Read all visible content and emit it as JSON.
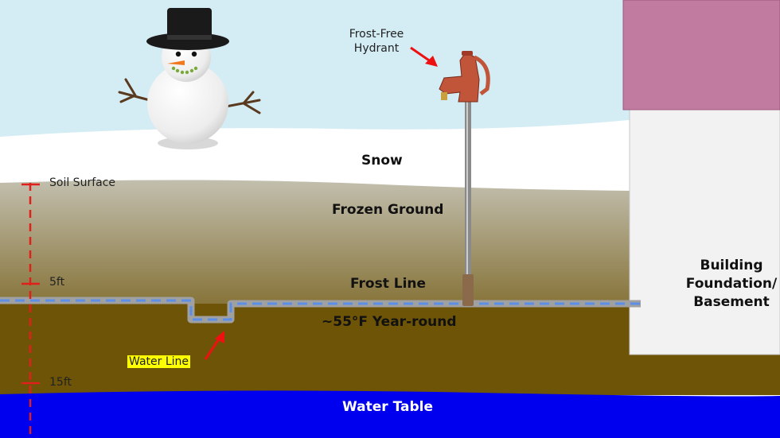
{
  "labels": {
    "snow": "Snow",
    "frozen_ground": "Frozen Ground",
    "frost_line": "Frost Line",
    "temperature": "~55°F Year-round",
    "water_table": "Water Table",
    "building_line1": "Building",
    "building_line2": "Foundation/",
    "building_line3": "Basement",
    "hydrant_line1": "Frost-Free",
    "hydrant_line2": "Hydrant",
    "soil_surface": "Soil Surface",
    "depth_5": "5ft",
    "depth_15": "15ft",
    "water_line": "Water Line"
  },
  "colors": {
    "sky": "#d4ecf4",
    "snow": "#ffffff",
    "soil_top": "#c2bfae",
    "soil_bottom": "#6e5406",
    "water_table": "#0000ee",
    "building_wall": "#f2f2f2",
    "building_roof": "#c27ba0",
    "pipe": "#a0a0a0",
    "water_flow": "#5b8ee6",
    "depth_marker": "#e0201a",
    "arrow": "#ee1111",
    "hydrant": "#c0553a"
  },
  "icons": [
    "snowman-icon",
    "frost-free-hydrant-icon",
    "arrow-icon"
  ]
}
